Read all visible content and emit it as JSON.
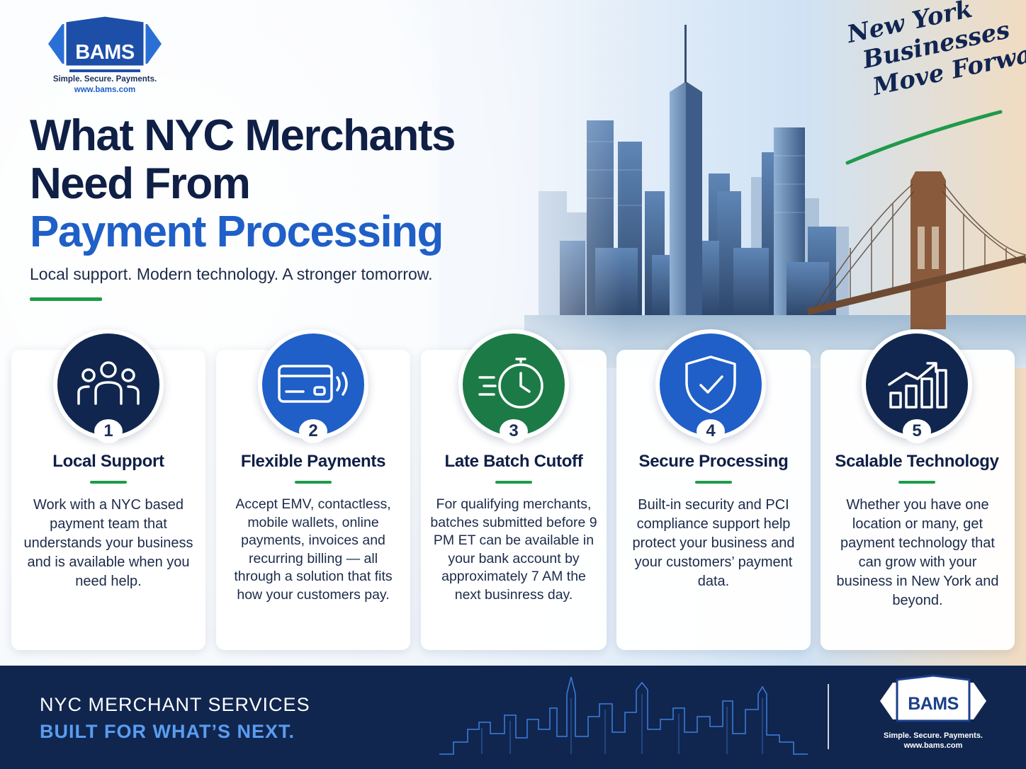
{
  "brand": {
    "name": "BAMS",
    "tagline": "Simple. Secure. Payments.",
    "url": "www.bams.com"
  },
  "hero": {
    "title_line1": "What NYC Merchants",
    "title_line2": "Need From",
    "title_line3": "Payment Processing",
    "subtitle": "Local support. Modern technology. A stronger tomorrow.",
    "script_line1": "New York",
    "script_line2": "Businesses",
    "script_line3": "Move Forward"
  },
  "colors": {
    "navy": "#0f1f45",
    "blue": "#1f5fc7",
    "green": "#1f9a4a",
    "footer": "#10264f"
  },
  "features": [
    {
      "number": "1",
      "icon": "people-group-icon",
      "title": "Local Support",
      "text": "Work with a NYC based payment team that understands your business and is available when you need help."
    },
    {
      "number": "2",
      "icon": "contactless-card-icon",
      "title": "Flexible Payments",
      "text": "Accept EMV, contactless, mobile wallets, online payments, invoices and recurring billing — all through a solution that fits how your customers pay."
    },
    {
      "number": "3",
      "icon": "fast-clock-icon",
      "title": "Late Batch Cutoff",
      "text": "For qualifying merchants, batches submitted before 9 PM ET can be available in your bank account by approximately 7 AM the next businress day."
    },
    {
      "number": "4",
      "icon": "shield-check-icon",
      "title": "Secure Processing",
      "text": "Built-in security and PCI compliance support help protect your business and your customers’ payment data."
    },
    {
      "number": "5",
      "icon": "growth-chart-icon",
      "title": "Scalable Technology",
      "text": "Whether you have one location or many, get payment technology that can grow with your business in New York and beyond."
    }
  ],
  "footer": {
    "line1": "NYC MERCHANT SERVICES",
    "line2": "BUILT FOR WHAT’S NEXT."
  }
}
